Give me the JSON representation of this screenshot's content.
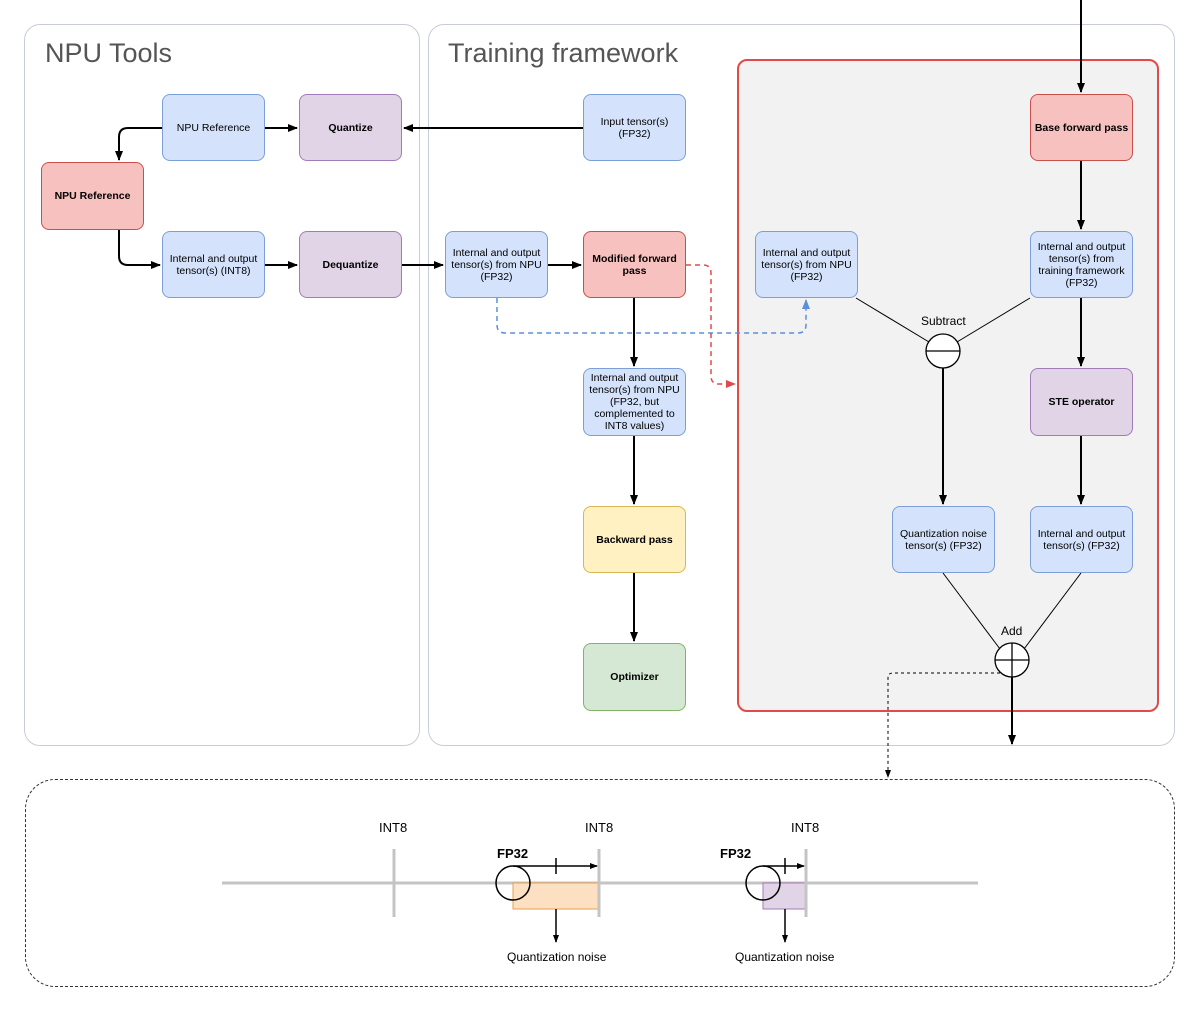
{
  "panels": {
    "npu_tools": "NPU Tools",
    "training_framework": "Training framework"
  },
  "nodes": {
    "npu_ref_top": "NPU Reference",
    "quantize": "Quantize",
    "npu_ref_red": "NPU Reference",
    "int8_tensor": "Internal and output tensor(s) (INT8)",
    "dequantize": "Dequantize",
    "input_tensor": "Input tensor(s) (FP32)",
    "fp32_from_npu": "Internal and output tensor(s) from NPU (FP32)",
    "modified_forward": "Modified forward pass",
    "complemented": "Internal and output tensor(s) from NPU (FP32, but complemented to INT8 values)",
    "backward": "Backward pass",
    "optimizer": "Optimizer",
    "inner_from_npu": "Internal and output tensor(s) from NPU (FP32)",
    "base_forward": "Base forward  pass",
    "training_tensor": "Internal and output tensor(s) from training framework (FP32)",
    "ste": "STE operator",
    "quant_noise": "Quantization noise tensor(s) (FP32)",
    "fp32_tensor": "Internal and output tensor(s) (FP32)"
  },
  "ops": {
    "subtract": "Subtract",
    "add": "Add"
  },
  "number_line": {
    "int8_1": "INT8",
    "int8_2": "INT8",
    "int8_3": "INT8",
    "fp32_1": "FP32",
    "fp32_2": "FP32",
    "noise_1": "Quantization noise",
    "noise_2": "Quantization noise"
  },
  "colors": {
    "blue": "#d4e3fb",
    "purple": "#e1d4e6",
    "red": "#f7c1bf",
    "yellow": "#fff1c2",
    "green": "#d5e8d4",
    "inner_border": "#e04a4a",
    "blue_dashed": "#5b8fd9",
    "red_dashed": "#e04a4a",
    "orange_fill": "#fde0c2",
    "purple_fill": "#e1d4e6"
  }
}
